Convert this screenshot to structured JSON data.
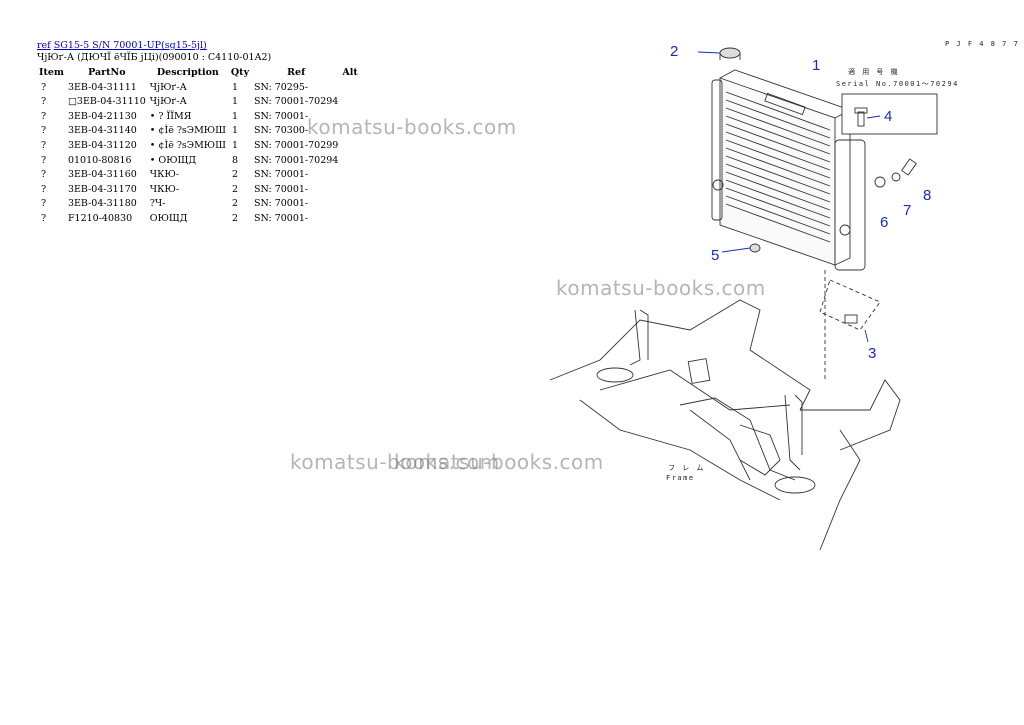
{
  "header": {
    "ref_link": "ref",
    "model_link": "SG15-5 S/N 70001-UP(sg15-5jl)",
    "subtitle": "ЧјЮґ-А (ДЮЧЇ ёЧЇБ јЦі)(090010 : C4110-01A2)"
  },
  "table": {
    "columns": [
      "Item",
      "PartNo",
      "Description",
      "Qty",
      "Ref",
      "Alt"
    ],
    "rows": [
      {
        "item": "?",
        "part": "3EB-04-31111",
        "desc": "ЧјЮґ-А",
        "qty": "1",
        "ref": "SN: 70295-",
        "alt": ""
      },
      {
        "item": "?",
        "part": "□3EB-04-31110",
        "desc": "ЧјЮґ-А",
        "qty": "1",
        "ref": "SN: 70001-70294",
        "alt": ""
      },
      {
        "item": "?",
        "part": "3EB-04-21130",
        "desc": "• ? ЇЇМЯ",
        "qty": "1",
        "ref": "SN: 70001-",
        "alt": ""
      },
      {
        "item": "?",
        "part": "3EB-04-31140",
        "desc": "• ¢Ìë ?sЭМЮШ",
        "qty": "1",
        "ref": "SN: 70300-",
        "alt": ""
      },
      {
        "item": "?",
        "part": "3EB-04-31120",
        "desc": "• ¢Ìë ?sЭМЮШ",
        "qty": "1",
        "ref": "SN: 70001-70299",
        "alt": ""
      },
      {
        "item": "?",
        "part": "01010-80816",
        "desc": "• ОЮЩД",
        "qty": "8",
        "ref": "SN: 70001-70294",
        "alt": ""
      },
      {
        "item": "?",
        "part": "3EB-04-31160",
        "desc": "ЧКЮ-",
        "qty": "2",
        "ref": "SN: 70001-",
        "alt": ""
      },
      {
        "item": "?",
        "part": "3EB-04-31170",
        "desc": "ЧКЮ-",
        "qty": "2",
        "ref": "SN: 70001-",
        "alt": ""
      },
      {
        "item": "?",
        "part": "3EB-04-31180",
        "desc": "?Ч-",
        "qty": "2",
        "ref": "SN: 70001-",
        "alt": ""
      },
      {
        "item": "?",
        "part": "F1210-40830",
        "desc": "ОЮЩД",
        "qty": "2",
        "ref": "SN: 70001-",
        "alt": ""
      }
    ]
  },
  "watermarks": {
    "text1": "komatsu-books.com",
    "text2": "komatsu-books.com",
    "text3": "komatsu-books.com",
    "text4": "komatsu-books.com"
  },
  "diagram": {
    "code": "P J F 4 8 7 7",
    "applicable_label": "適 用 号 機",
    "serial_label": "Serial No.70001～70294",
    "frame_jp": "フ レ ム",
    "frame_en": "Frame",
    "callouts": [
      "1",
      "2",
      "3",
      "4",
      "5",
      "6",
      "7",
      "8"
    ]
  },
  "colors": {
    "link": "#0000cc",
    "callout": "#1a2bb8",
    "watermark": "#787878"
  }
}
